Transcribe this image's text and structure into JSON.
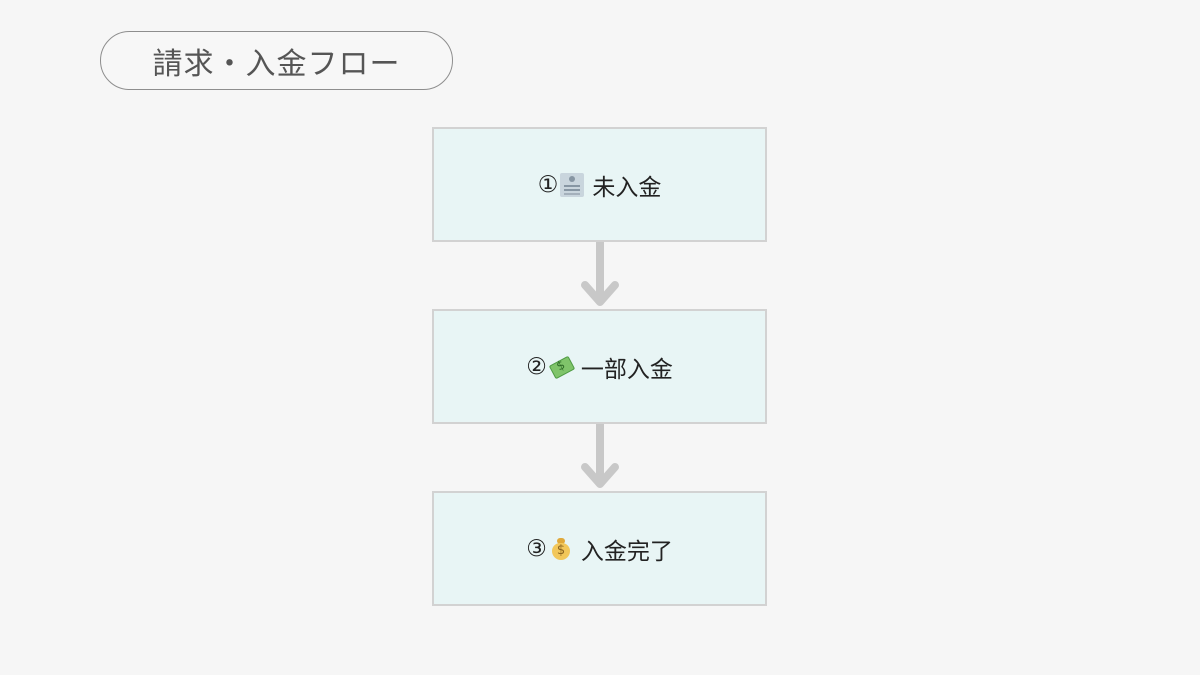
{
  "title": "請求・入金フロー",
  "steps": [
    {
      "number": "①",
      "icon": "receipt-icon",
      "label": "未入金"
    },
    {
      "number": "②",
      "icon": "flying-money-icon",
      "label": "一部入金"
    },
    {
      "number": "③",
      "icon": "money-bag-icon",
      "label": "入金完了"
    }
  ],
  "colors": {
    "background": "#f6f6f6",
    "box_fill": "#e8f5f5",
    "box_border": "#d2d2d2",
    "arrow": "#c8c8c8",
    "pill_border": "#8e8e8e"
  }
}
